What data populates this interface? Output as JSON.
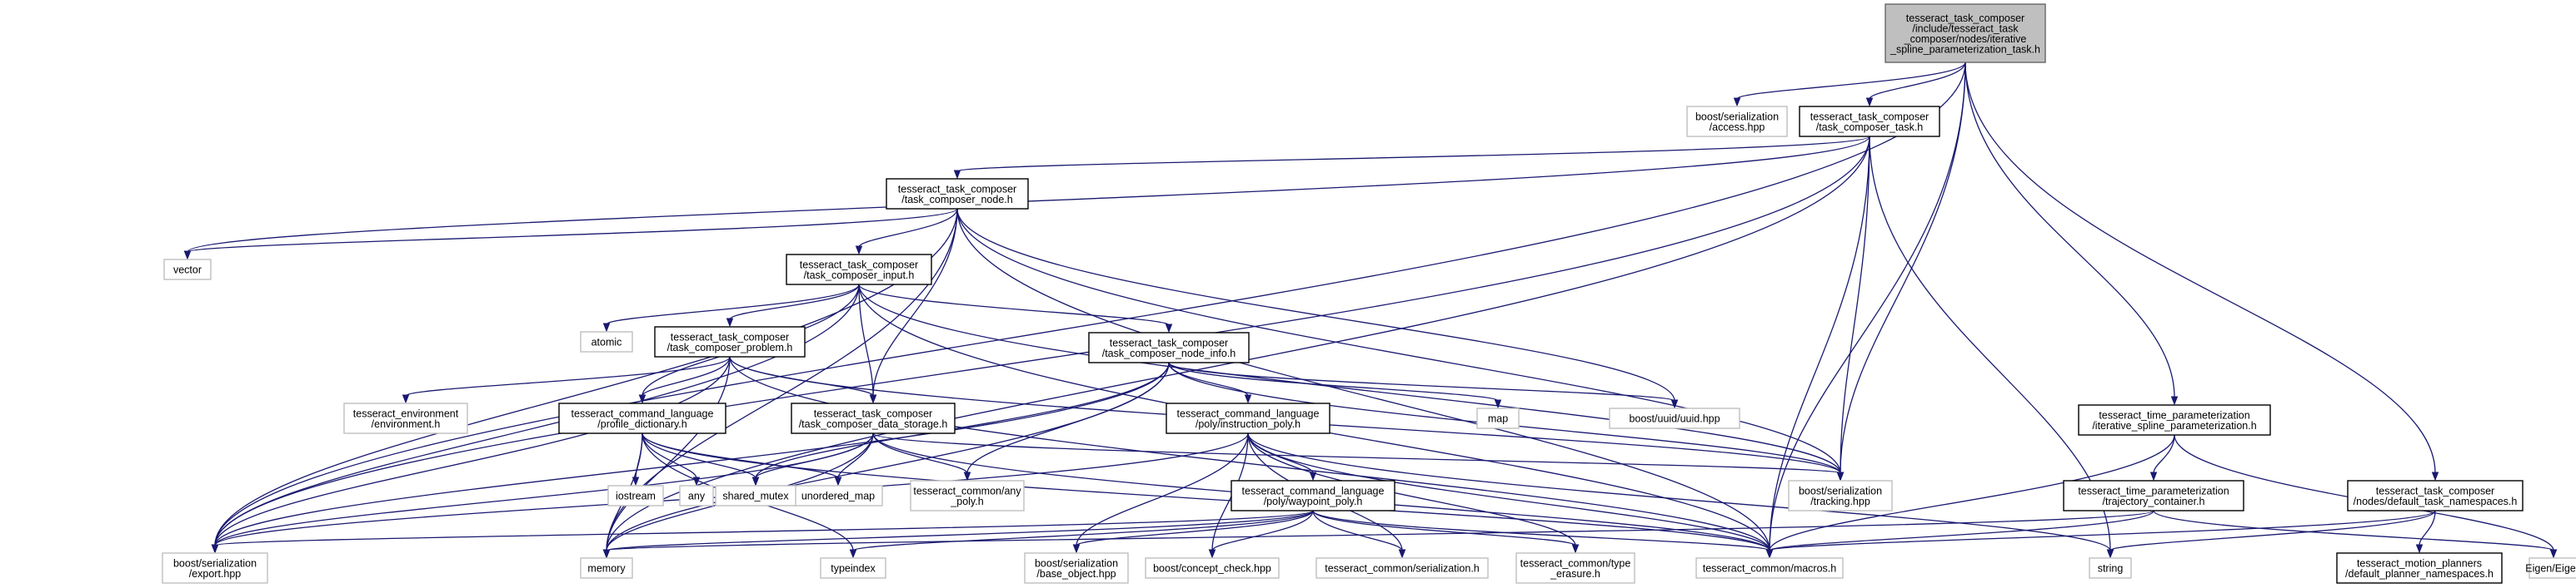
{
  "nodes": {
    "root": [
      "tesseract_task_composer",
      "/include/tesseract_task",
      "_composer/nodes/iterative",
      "_spline_parameterization_task.h"
    ],
    "task": [
      "tesseract_task_composer",
      "/task_composer_task.h"
    ],
    "node": [
      "tesseract_task_composer",
      "/task_composer_node.h"
    ],
    "input": [
      "tesseract_task_composer",
      "/task_composer_input.h"
    ],
    "problem": [
      "tesseract_task_composer",
      "/task_composer_problem.h"
    ],
    "node_info": [
      "tesseract_task_composer",
      "/task_composer_node_info.h"
    ],
    "data_storage": [
      "tesseract_task_composer",
      "/task_composer_data_storage.h"
    ],
    "profile_dict": [
      "tesseract_command_language",
      "/profile_dictionary.h"
    ],
    "instruction_poly": [
      "tesseract_command_language",
      "/poly/instruction_poly.h"
    ],
    "waypoint_poly": [
      "tesseract_command_language",
      "/poly/waypoint_poly.h"
    ],
    "time_param": [
      "tesseract_time_parameterization",
      "/iterative_spline_parameterization.h"
    ],
    "traj_container": [
      "tesseract_time_parameterization",
      "/trajectory_container.h"
    ],
    "default_ns": [
      "tesseract_task_composer",
      "/nodes/default_task_namespaces.h"
    ],
    "planner_ns": [
      "tesseract_motion_planners",
      "/default_planner_namespaces.h"
    ],
    "access": [
      "boost/serialization",
      "/access.hpp"
    ],
    "vector": [
      "vector"
    ],
    "atomic": [
      "atomic"
    ],
    "environment": [
      "tesseract_environment",
      "/environment.h"
    ],
    "map": [
      "map"
    ],
    "uuid": [
      "boost/uuid/uuid.hpp"
    ],
    "tracking": [
      "boost/serialization",
      "/tracking.hpp"
    ],
    "iostream": [
      "iostream"
    ],
    "any": [
      "any"
    ],
    "unordered_map": [
      "unordered_map"
    ],
    "shared_mutex": [
      "shared_mutex"
    ],
    "any_poly": [
      "tesseract_common/any",
      "_poly.h"
    ],
    "export": [
      "boost/serialization",
      "/export.hpp"
    ],
    "memory": [
      "memory"
    ],
    "typeindex": [
      "typeindex"
    ],
    "base_object": [
      "boost/serialization",
      "/base_object.hpp"
    ],
    "concept_check": [
      "boost/concept_check.hpp"
    ],
    "common_serialization": [
      "tesseract_common/serialization.h"
    ],
    "type_erasure": [
      "tesseract_common/type",
      "_erasure.h"
    ],
    "macros": [
      "tesseract_common/macros.h"
    ],
    "string": [
      "string"
    ],
    "eigen": [
      "Eigen/Eigen"
    ]
  }
}
